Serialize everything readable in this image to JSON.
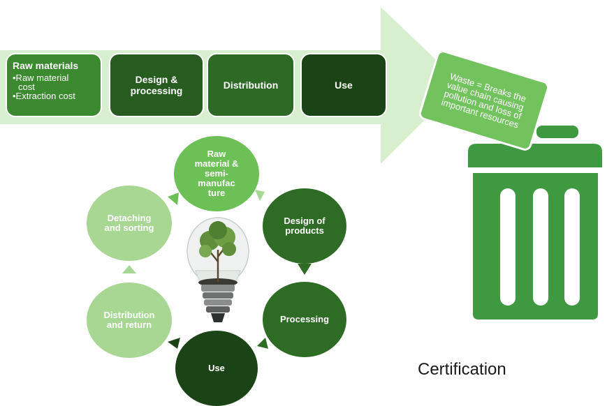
{
  "chain": {
    "raw_materials": {
      "title": "Raw materials",
      "bullets": [
        "•Raw material",
        "cost",
        "•Extraction cost"
      ]
    },
    "design_processing": "Design & processing",
    "distribution": "Distribution",
    "use": "Use"
  },
  "waste_note": "Waste = Breaks the value chain causing pollution and loss of important resources",
  "cycle": {
    "raw_material": "Raw material & semi-manufac ture",
    "design_of_products": "Design of products",
    "processing": "Processing",
    "use": "Use",
    "distribution_return": "Distribution and return",
    "detaching_sorting": "Detaching and sorting"
  },
  "certification": "Certification",
  "icons": [
    "big-arrow-icon",
    "trash-bin-icon",
    "light-bulb-tree-icon",
    "cycle-arrow-icon"
  ],
  "colors": {
    "arrow": "#d7efcf",
    "box_dark": "#275b20",
    "box_mid": "#2d6a25",
    "box_darkest": "#1b4416",
    "raw_box": "#3b8a2f",
    "bin": "#3f9940",
    "waste_box": "#72c25e",
    "circle_light": "#a7d793",
    "circle_mid": "#6cc055",
    "circle_dark": "#2e6b25",
    "circle_darkest": "#1b4416"
  }
}
